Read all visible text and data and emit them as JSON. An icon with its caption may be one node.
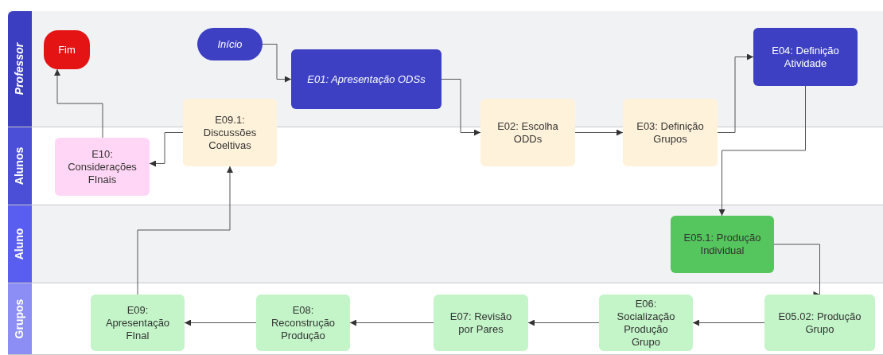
{
  "diagram": {
    "nodes": [
      {
        "text": [
          "Professor"
        ]
      },
      {
        "text": [
          "Fim"
        ],
        "in": 0
      },
      {
        "text": [
          "Início"
        ],
        "in": 0
      },
      {
        "text": [
          "E01: Apresentação ODSs"
        ],
        "in": 0
      },
      {
        "text": [
          "E04: Definição Atividade"
        ],
        "in": 0
      },
      {
        "text": [
          "Alunos"
        ]
      },
      {
        "text": [
          "E10: Considerações FInais"
        ],
        "in": 5
      },
      {
        "text": [
          "E09.1: Discussões Coeltivas"
        ]
      },
      {
        "text": [
          "E02: Escolha ODDs"
        ]
      },
      {
        "text": [
          "E03: Definição Grupos"
        ]
      },
      {
        "text": [
          "Aluno"
        ]
      },
      {
        "text": [
          "E05.1: Produção Individual"
        ],
        "in": 10
      },
      {
        "text": [
          "Grupos"
        ]
      },
      {
        "text": [
          "E09: Apresentação FInal"
        ],
        "in": 12
      },
      {
        "text": [
          "E08: Reconstrução Produção"
        ],
        "in": 12
      },
      {
        "text": [
          "E07: Revisão por Pares"
        ],
        "in": 12
      },
      {
        "text": [
          "E06: Socialização Produção Grupo"
        ],
        "in": 12
      },
      {
        "text": [
          "E05.02: Produção Grupo"
        ],
        "in": 12
      }
    ],
    "edges": [
      {
        "from": 2,
        "to": 3,
        "arrow": "to"
      },
      {
        "from": 3,
        "to": 8,
        "arrow": "to"
      },
      {
        "from": 8,
        "to": 9,
        "arrow": "to"
      },
      {
        "from": 9,
        "to": 4,
        "arrow": "to"
      },
      {
        "from": 4,
        "to": 11,
        "arrow": "to"
      },
      {
        "from": 11,
        "to": 17,
        "arrow": "to"
      },
      {
        "from": 17,
        "to": 16,
        "arrow": "to"
      },
      {
        "from": 16,
        "to": 15,
        "arrow": "to"
      },
      {
        "from": 15,
        "to": 14,
        "arrow": "to"
      },
      {
        "from": 14,
        "to": 13,
        "arrow": "to"
      },
      {
        "from": 13,
        "to": 7,
        "arrow": "to"
      },
      {
        "from": 7,
        "to": 6,
        "arrow": "to"
      },
      {
        "from": 6,
        "to": 1,
        "arrow": "to"
      }
    ]
  }
}
